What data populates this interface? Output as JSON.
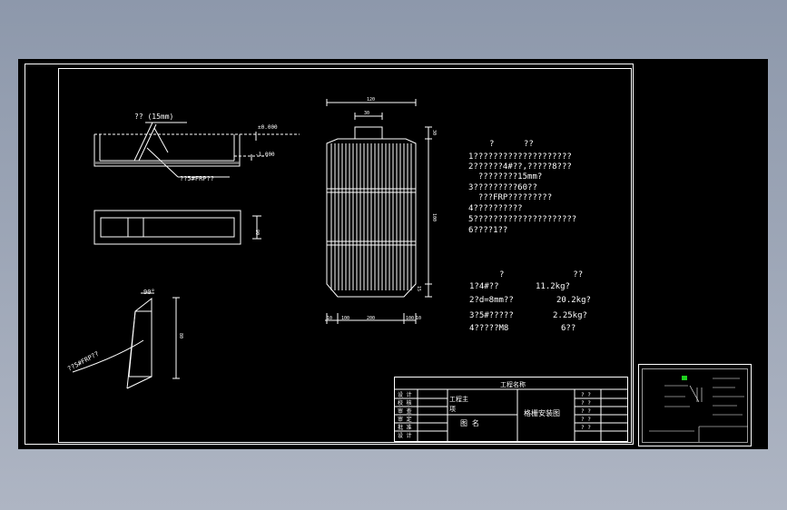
{
  "drawing": {
    "section_view": {
      "top_label": "?? (15mm)",
      "elev_top": "±0.000",
      "elev_bottom": "-1.000",
      "callout": "??5#FRP??"
    },
    "plan_view": {
      "dim_right": "90"
    },
    "angle_view": {
      "angle": "90°",
      "dim_right": "80",
      "callout": "??5#FRP??"
    },
    "grate_plan": {
      "dim_top_outer": "120",
      "dim_top_inner": "30",
      "dim_right_top": "30",
      "dim_right_mid": "100",
      "dim_right_bottom": "15",
      "dim_bottom": [
        "10",
        "100",
        "200",
        "100",
        "10"
      ]
    },
    "notes": {
      "heading": "?      ??",
      "lines": [
        "1????????????????????",
        "2??????4#??,?????8???",
        "  ????????15mm?",
        "3?????????60??",
        "  ???FRP?????????",
        "4??????????",
        "5?????????????????????",
        "6????1??"
      ]
    },
    "materials": {
      "heading": "?              ??",
      "rows": [
        {
          "name": "1?4#??",
          "value": "11.2kg?"
        },
        {
          "name": "2?d=8mm??",
          "value": "20.2kg?"
        },
        {
          "name": "3?5#?????",
          "value": "2.25kg?"
        },
        {
          "name": "4?????M8",
          "value": "6??"
        }
      ]
    },
    "title_block": {
      "project_label": "工程名称",
      "sub_project_label": "工程主",
      "sub_project_label2": "项",
      "drawing_name_label": "图 名",
      "drawing_name": "格栅安装图",
      "row_labels": [
        "设 计",
        "校 核",
        "审 查",
        "审 定",
        "批 准",
        "设 计"
      ],
      "right_cells": [
        "? ?",
        "? ?",
        "? ?",
        "? ?",
        "? ?"
      ]
    }
  }
}
